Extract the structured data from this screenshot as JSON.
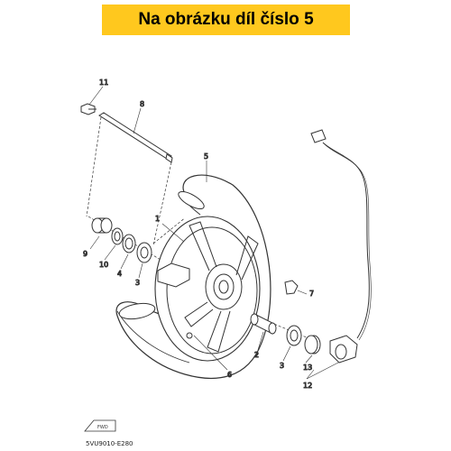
{
  "header": {
    "title": "Na obrázku díl číslo 5"
  },
  "callouts": {
    "n11": "11",
    "n8": "8",
    "n5": "5",
    "n1": "1",
    "n9": "9",
    "n10": "10",
    "n4": "4",
    "n3a": "3",
    "n7": "7",
    "n2": "2",
    "n3b": "3",
    "n13": "13",
    "n12": "12",
    "n6": "6"
  },
  "fwd_label": "FWD",
  "diagram_code": "5VU9010-E280",
  "colors": {
    "banner": "#ffc81e",
    "line": "#333333",
    "fill": "#ffffff"
  }
}
